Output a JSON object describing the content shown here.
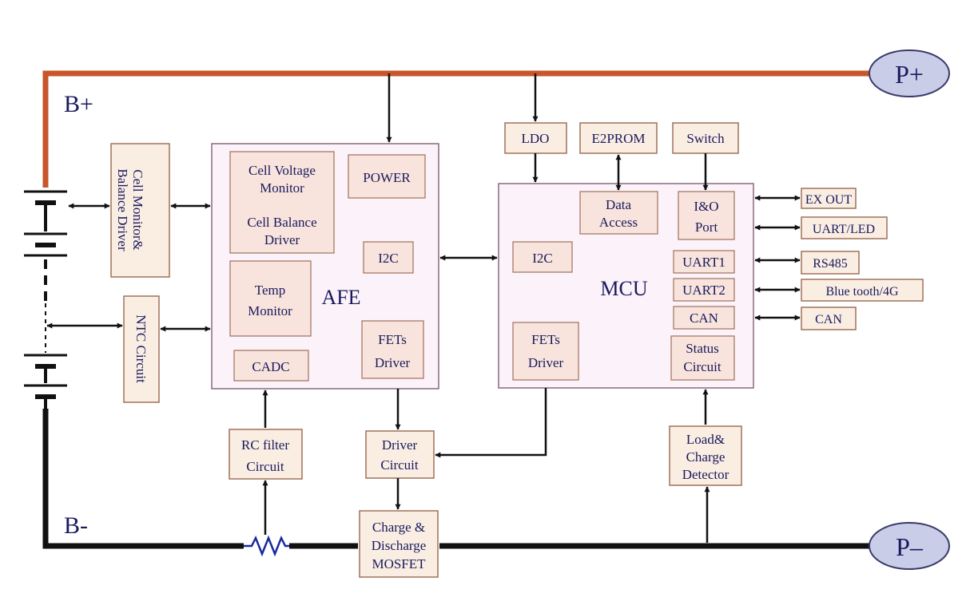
{
  "terminals": {
    "b_plus": "B+",
    "b_minus": "B-",
    "p_plus": "P+",
    "p_minus": "P–"
  },
  "blocks": {
    "cell_monitor": [
      "Cell Monitor&",
      "Balance Driver"
    ],
    "ntc": "NTC Circuit",
    "afe": {
      "label": "AFE",
      "cell_voltage": [
        "Cell Voltage",
        "Monitor"
      ],
      "cell_balance": [
        "Cell Balance",
        "Driver"
      ],
      "power": "POWER",
      "temp": [
        "Temp",
        "Monitor"
      ],
      "i2c": "I2C",
      "fets": [
        "FETs",
        "Driver"
      ],
      "cadc": "CADC"
    },
    "ldo": "LDO",
    "e2prom": "E2PROM",
    "switch": "Switch",
    "mcu": {
      "label": "MCU",
      "data_access": [
        "Data",
        "Access"
      ],
      "io_port": [
        "I&O",
        "Port"
      ],
      "i2c": "I2C",
      "uart1": "UART1",
      "uart2": "UART2",
      "can": "CAN",
      "fets": [
        "FETs",
        "Driver"
      ],
      "status": [
        "Status",
        "Circuit"
      ]
    },
    "ext": {
      "ex_out": "EX OUT",
      "uart_led": "UART/LED",
      "rs485": "RS485",
      "bluetooth": "Blue tooth/4G",
      "can": "CAN"
    },
    "rc_filter": [
      "RC filter",
      "Circuit"
    ],
    "driver_circuit": [
      "Driver",
      "Circuit"
    ],
    "load_charge": [
      "Load&",
      "Charge",
      "Detector"
    ],
    "mosfet": [
      "Charge &",
      "Discharge",
      "MOSFET"
    ]
  },
  "colors": {
    "positive_rail": "#c8562a",
    "negative_rail": "#111111",
    "box_fill": "#faeee3",
    "box_stroke": "#a0705a",
    "chip_fill": "#fcf2fa",
    "chip_stroke": "#8a6a80",
    "inner_fill": "#f8e4dc",
    "text": "#1a1a5e",
    "terminal_fill": "#c9cde8",
    "terminal_stroke": "#3a3a6a"
  }
}
